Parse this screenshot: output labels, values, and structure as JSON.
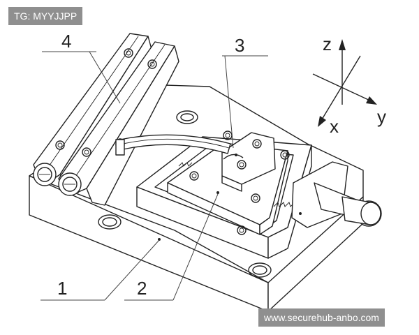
{
  "watermarks": {
    "top": "TG: MYYJJPP",
    "bottom": "www.securehub-anbo.com"
  },
  "callouts": {
    "c1": "1",
    "c2": "2",
    "c3": "3",
    "c4": "4"
  },
  "axes": {
    "z": "z",
    "x": "x",
    "y": "y"
  }
}
